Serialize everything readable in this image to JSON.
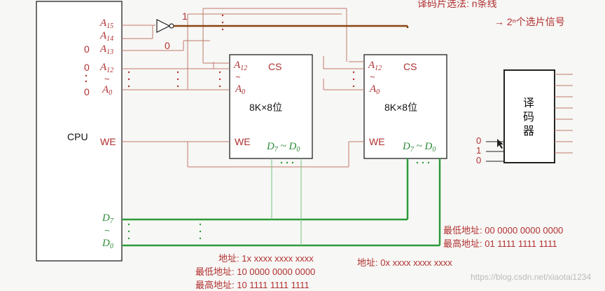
{
  "header": {
    "select_method": "译码片选法:   n条线",
    "result": "→ 2ⁿ个选片信号"
  },
  "cpu": {
    "label": "CPU",
    "pins": {
      "a15": "15",
      "a14": "14",
      "a13": "13",
      "a12": "12",
      "a0": "0",
      "we": "WE",
      "d7": "7",
      "d0": "0",
      "tilde": "~"
    },
    "bit_values": [
      "0",
      "0",
      "0"
    ]
  },
  "inverter": {
    "out_value": "1",
    "direct_value": "0"
  },
  "chips": [
    {
      "a12": "12",
      "a0": "0",
      "cs": "CS",
      "name": "8K×8位",
      "we": "WE",
      "d7": "7",
      "d0": "0"
    },
    {
      "a12": "12",
      "a0": "0",
      "cs": "CS",
      "name": "8K×8位",
      "we": "WE",
      "d7": "7",
      "d0": "0"
    }
  ],
  "decoder": {
    "label_lines": [
      "译",
      "码",
      "器"
    ],
    "inputs": [
      "0",
      "1",
      "0"
    ]
  },
  "address_notes": {
    "chip1": {
      "addr": "地址: 1x xxxx xxxx xxxx",
      "min": "最低地址: 10 0000 0000 0000",
      "max": "最高地址: 10 1111 1111 1111"
    },
    "chip2": {
      "addr": "地址: 0x xxxx xxxx xxxx",
      "min": "最低地址: 00 0000 0000 0000",
      "max": "最高地址: 01 1111 1111 1111"
    }
  },
  "watermark": "https://blog.csdn.net/xiaotai1234"
}
